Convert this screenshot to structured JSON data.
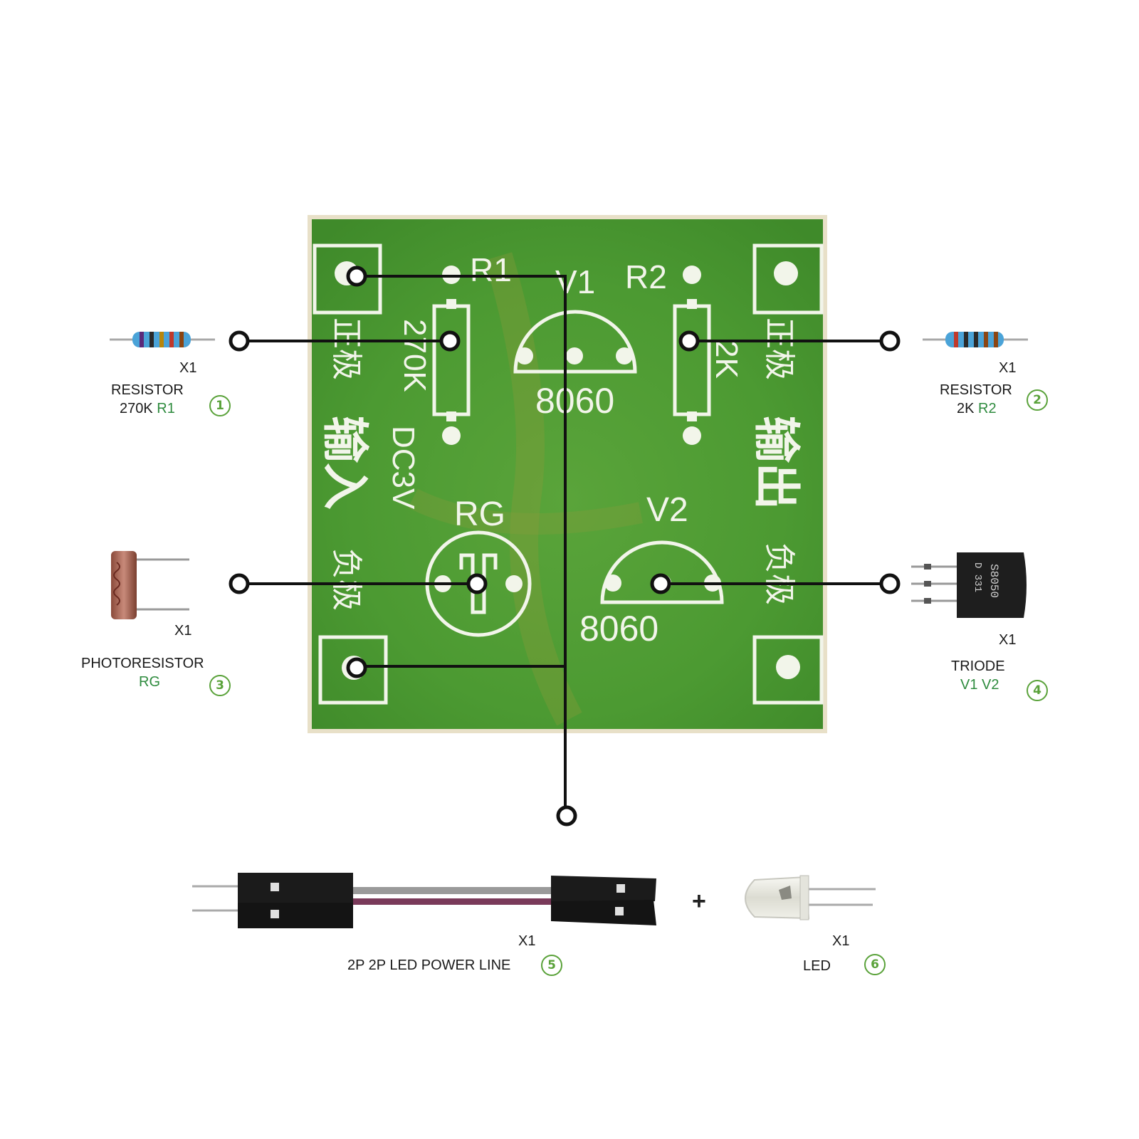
{
  "board": {
    "silk": {
      "r1": "R1",
      "v1": "V1",
      "r2": "R2",
      "r1_value": "270K",
      "r2_value": "2K",
      "v1_part": "8060",
      "v2_part": "8060",
      "rg": "RG",
      "v2": "V2",
      "dc3v": "DC3V",
      "pos_left": "正极",
      "input": "输入",
      "neg_left": "负极",
      "pos_right": "正极",
      "output": "输出",
      "neg_right": "负极"
    }
  },
  "components": [
    {
      "id": "resistor-270k",
      "qty": "X1",
      "name": "RESISTOR",
      "value": "270K",
      "ref": "R1",
      "badge": "1"
    },
    {
      "id": "resistor-2k",
      "qty": "X1",
      "name": "RESISTOR",
      "value": "2K",
      "ref": "R2",
      "badge": "2"
    },
    {
      "id": "photoresistor",
      "qty": "X1",
      "name": "PHOTORESISTOR",
      "ref": "RG",
      "badge": "3"
    },
    {
      "id": "triode",
      "qty": "X1",
      "name": "TRIODE",
      "ref": "V1 V2",
      "badge": "4",
      "marking": "S8050 D 331"
    },
    {
      "id": "power-line",
      "qty": "X1",
      "name": "2P  2P LED POWER LINE",
      "badge": "5"
    },
    {
      "id": "led",
      "qty": "X1",
      "name": "LED",
      "badge": "6"
    }
  ],
  "plus_sign": "+",
  "colors": {
    "pcb": "#4f9a33",
    "silk": "#f2f5ea",
    "accent": "#2e8b3e",
    "badge": "#5aa23a"
  }
}
